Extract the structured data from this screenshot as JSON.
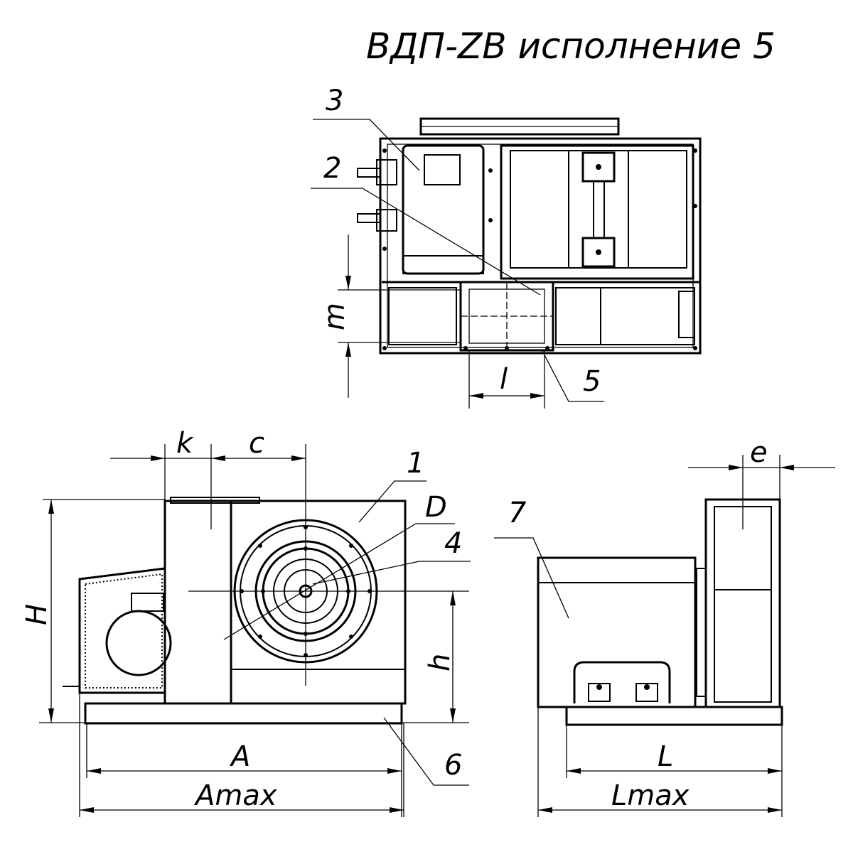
{
  "title": "ВДП-ZB исполнение 5",
  "callouts": {
    "p1": "1",
    "p2": "2",
    "p3": "3",
    "p4": "4",
    "p5": "5",
    "p6": "6",
    "p7": "7"
  },
  "dimensions": {
    "m": "m",
    "l": "l",
    "k": "k",
    "c": "c",
    "D": "D",
    "H": "H",
    "h": "h",
    "e": "e",
    "A": "A",
    "Amax": "Amax",
    "L": "L",
    "Lmax": "Lmax"
  }
}
